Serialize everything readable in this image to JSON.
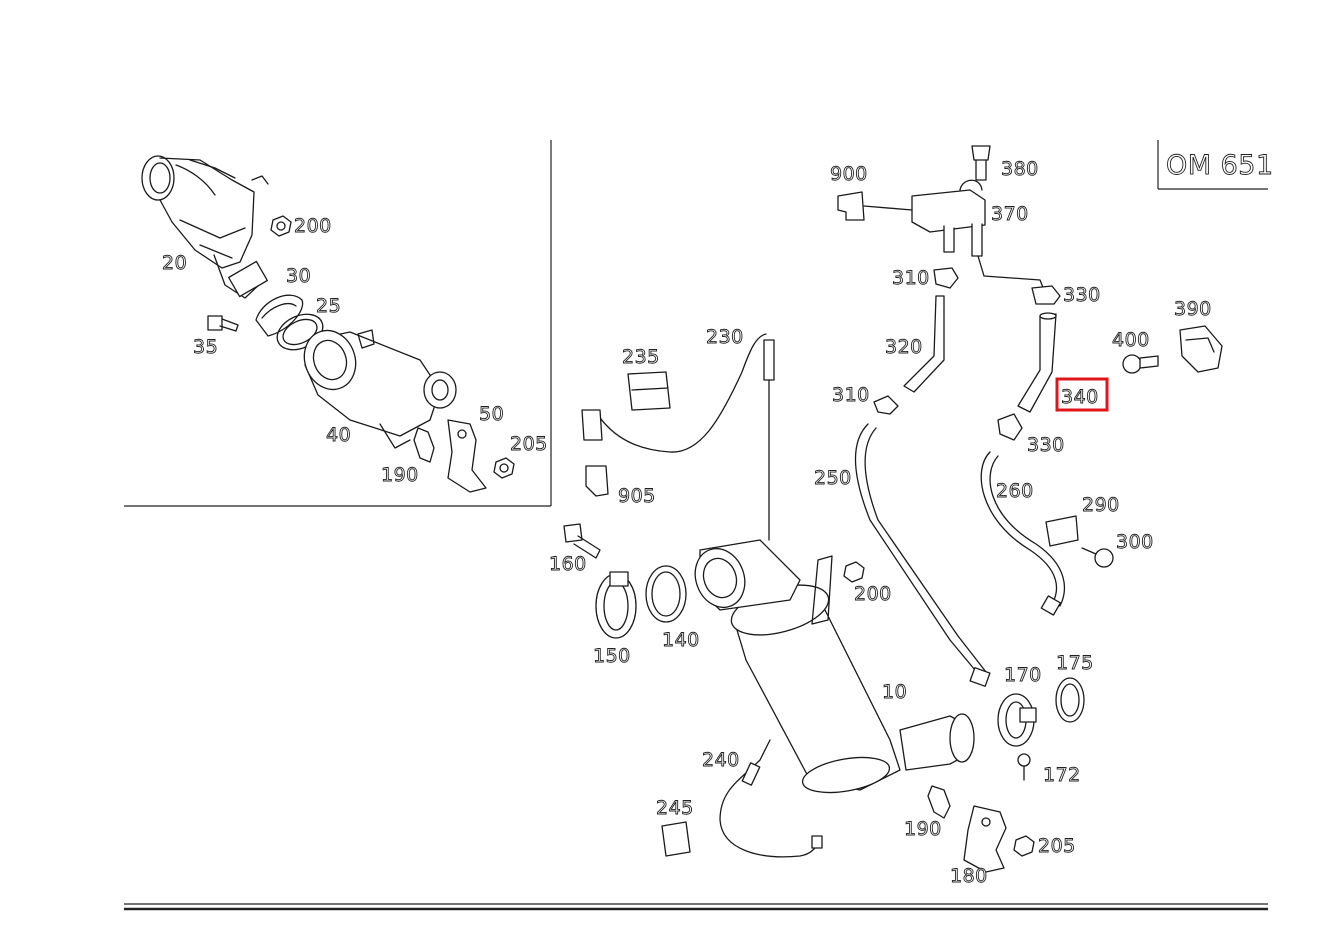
{
  "engine_label": "OM 651",
  "highlighted_callout": "340",
  "colors": {
    "highlight": "#e0141b",
    "line": "#1a1a1a",
    "background": "#ffffff"
  },
  "callouts": [
    {
      "id": "c-200a",
      "text": "200"
    },
    {
      "id": "c-20",
      "text": "20"
    },
    {
      "id": "c-30",
      "text": "30"
    },
    {
      "id": "c-25",
      "text": "25"
    },
    {
      "id": "c-35",
      "text": "35"
    },
    {
      "id": "c-40",
      "text": "40"
    },
    {
      "id": "c-50",
      "text": "50"
    },
    {
      "id": "c-205a",
      "text": "205"
    },
    {
      "id": "c-190a",
      "text": "190"
    },
    {
      "id": "c-900",
      "text": "900"
    },
    {
      "id": "c-380",
      "text": "380"
    },
    {
      "id": "c-370",
      "text": "370"
    },
    {
      "id": "c-310a",
      "text": "310"
    },
    {
      "id": "c-330a",
      "text": "330"
    },
    {
      "id": "c-390",
      "text": "390"
    },
    {
      "id": "c-320",
      "text": "320"
    },
    {
      "id": "c-400",
      "text": "400"
    },
    {
      "id": "c-310b",
      "text": "310"
    },
    {
      "id": "c-340",
      "text": "340"
    },
    {
      "id": "c-330b",
      "text": "330"
    },
    {
      "id": "c-235",
      "text": "235"
    },
    {
      "id": "c-230",
      "text": "230"
    },
    {
      "id": "c-250",
      "text": "250"
    },
    {
      "id": "c-260",
      "text": "260"
    },
    {
      "id": "c-290",
      "text": "290"
    },
    {
      "id": "c-300",
      "text": "300"
    },
    {
      "id": "c-905",
      "text": "905"
    },
    {
      "id": "c-160",
      "text": "160"
    },
    {
      "id": "c-200b",
      "text": "200"
    },
    {
      "id": "c-140",
      "text": "140"
    },
    {
      "id": "c-150",
      "text": "150"
    },
    {
      "id": "c-170",
      "text": "170"
    },
    {
      "id": "c-175",
      "text": "175"
    },
    {
      "id": "c-10",
      "text": "10"
    },
    {
      "id": "c-172",
      "text": "172"
    },
    {
      "id": "c-240",
      "text": "240"
    },
    {
      "id": "c-245",
      "text": "245"
    },
    {
      "id": "c-190b",
      "text": "190"
    },
    {
      "id": "c-205b",
      "text": "205"
    },
    {
      "id": "c-180",
      "text": "180"
    }
  ]
}
